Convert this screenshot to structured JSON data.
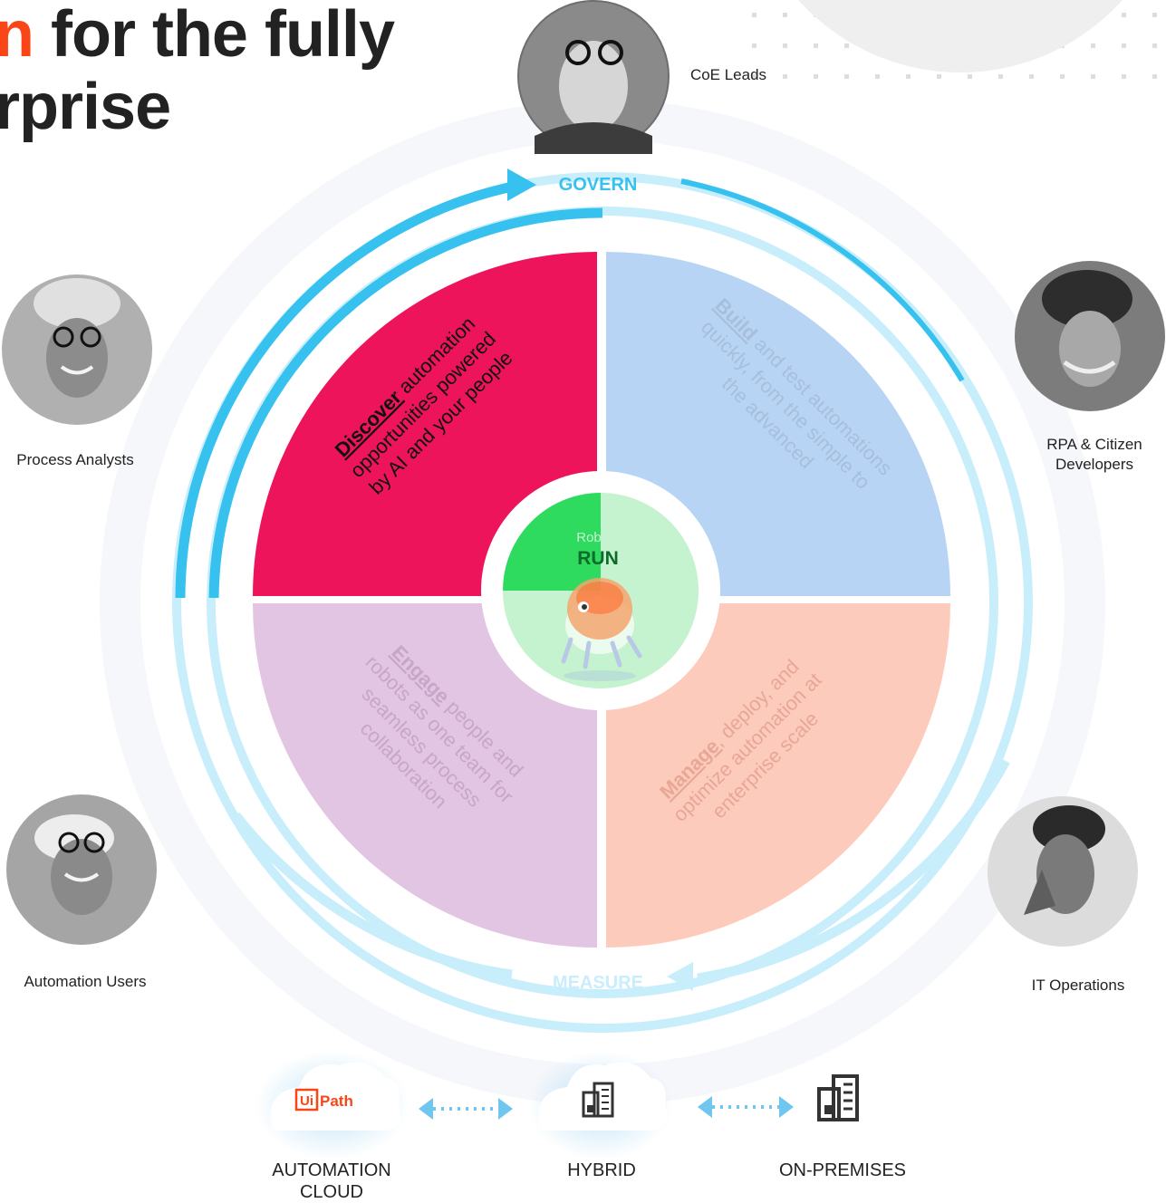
{
  "title": {
    "line1_accent": "n",
    "line1_rest": " for the fully",
    "line2": "rprise"
  },
  "colors": {
    "accent": "#fa4616",
    "discover": "#ee145b",
    "build": "#b8d4f4",
    "manage": "#fdcbbb",
    "engage": "#e2c5e2",
    "run_green": "#2edb5e",
    "run_green_light": "#c5f2cf",
    "ring_blue": "#37c1ef",
    "ring_blue_light": "#c9eefb"
  },
  "cycle": {
    "govern": "GOVERN",
    "measure": "MEASURE"
  },
  "quadrants": {
    "discover": {
      "keyword": "Discover",
      "line1_rest": " automation",
      "line2": "opportunities powered",
      "line3": "by AI and your people"
    },
    "build": {
      "keyword": "Build",
      "line1_rest": " and test automations",
      "line2": "quickly, from the simple to",
      "line3": "the advanced"
    },
    "manage": {
      "keyword": "Manage",
      "line1_rest": ", deploy, and",
      "line2": "optimize automation at",
      "line3": "enterprise scale"
    },
    "engage": {
      "keyword": "Engage",
      "line1_rest": " people and",
      "line2": "robots as one team for",
      "line3": "seamless process",
      "line4": "collaboration"
    }
  },
  "center": {
    "small": "Robots",
    "big": "RUN"
  },
  "personas": {
    "coe": "CoE Leads",
    "rpa_line1": "RPA & Citizen",
    "rpa_line2": "Developers",
    "analysts": "Process Analysts",
    "users": "Automation Users",
    "itops": "IT Operations"
  },
  "deployment": {
    "logo_ui": "Ui",
    "logo_path": "Path",
    "cloud_line1": "AUTOMATION",
    "cloud_line2": "CLOUD",
    "hybrid": "HYBRID",
    "onprem": "ON-PREMISES"
  }
}
